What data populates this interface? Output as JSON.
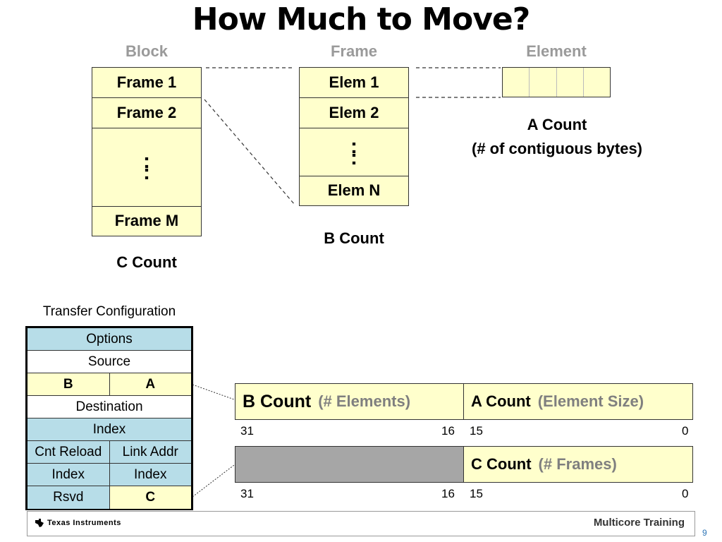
{
  "title": "How Much to Move?",
  "headers": {
    "block": "Block",
    "frame": "Frame",
    "element": "Element"
  },
  "block_stack": {
    "frame1": "Frame 1",
    "frame2": "Frame 2",
    "dots": ":",
    "frameM": "Frame M"
  },
  "frame_stack": {
    "elem1": "Elem 1",
    "elem2": "Elem 2",
    "dots": ":",
    "elemN": "Elem N"
  },
  "labels": {
    "a_count": "A Count",
    "a_count_desc": "(# of contiguous  bytes)",
    "b_count": "B Count",
    "c_count": "C Count"
  },
  "transfer_config": {
    "title": "Transfer Configuration",
    "rows": {
      "options": "Options",
      "source": "Source",
      "b": "B",
      "a": "A",
      "destination": "Destination",
      "index": "Index",
      "cnt_reload": "Cnt Reload",
      "link_addr": "Link Addr",
      "index_left": "Index",
      "index_right": "Index",
      "rsvd": "Rsvd",
      "c": "C"
    }
  },
  "register1": {
    "left_label": "B Count",
    "left_sub": "(# Elements)",
    "right_label": "A Count",
    "right_sub": "(Element Size)",
    "bits": {
      "b31": "31",
      "b16": "16",
      "b15": "15",
      "b0": "0"
    }
  },
  "register2": {
    "right_label": "C Count",
    "right_sub": "(# Frames)",
    "bits": {
      "b31": "31",
      "b16": "16",
      "b15": "15",
      "b0": "0"
    }
  },
  "footer": {
    "brand": "Texas Instruments",
    "training": "Multicore Training",
    "page": "9"
  },
  "colors": {
    "yellow": "#ffffcc",
    "teal": "#b7dde8",
    "gray": "#a6a6a6",
    "subtext": "#7f7f7f",
    "page_number": "#2e75b6"
  }
}
